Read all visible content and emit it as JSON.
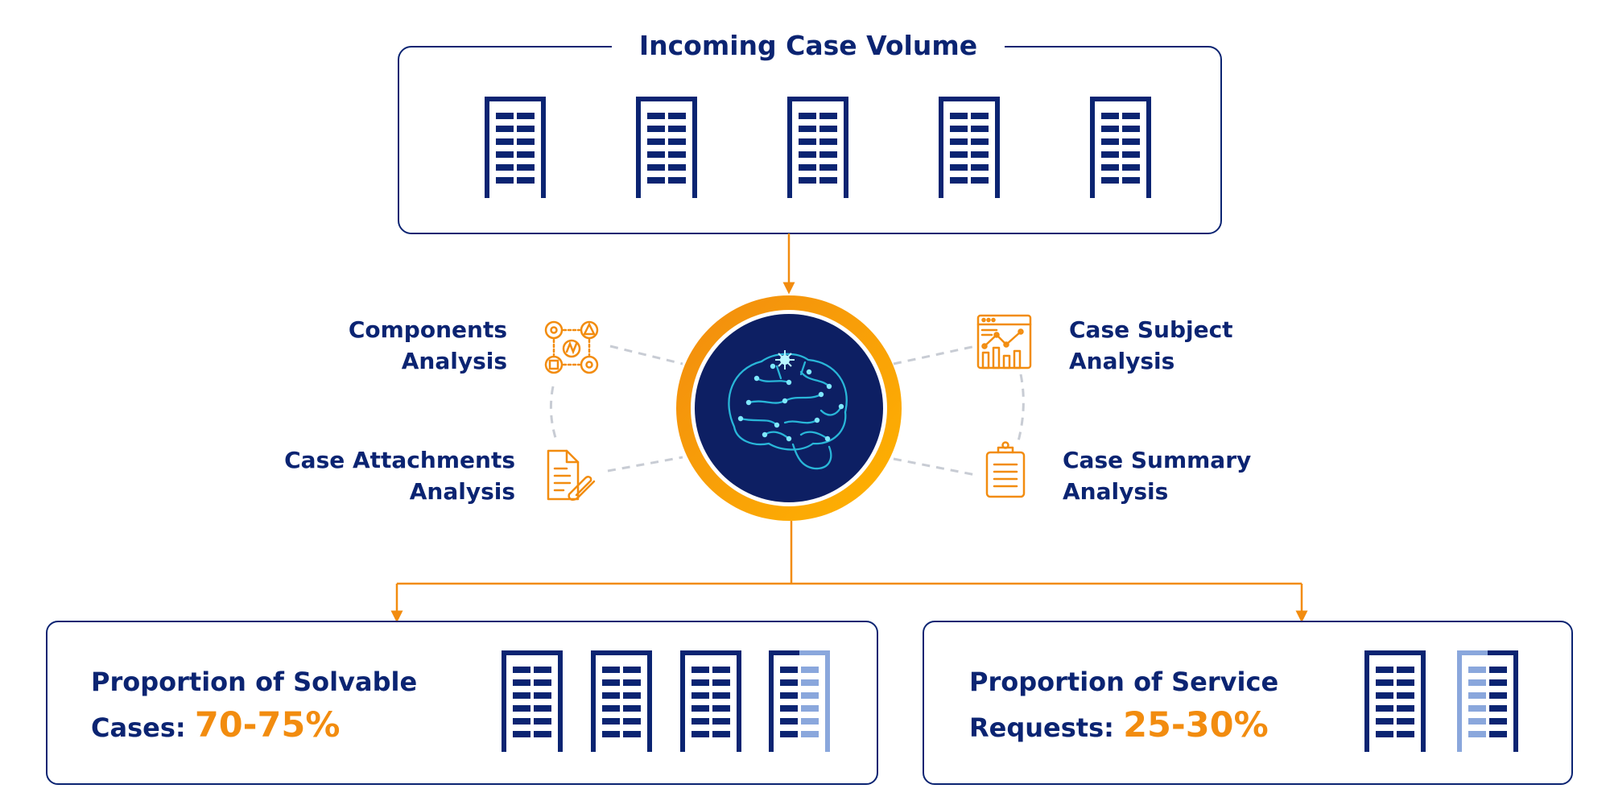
{
  "top_box": {
    "title": "Incoming Case Volume",
    "document_count": 5
  },
  "center": {
    "icon": "brain-network-icon"
  },
  "analyses": [
    {
      "id": "components",
      "line1": "Components",
      "line2": "Analysis",
      "icon": "components-icon"
    },
    {
      "id": "case-subject",
      "line1": "Case Subject",
      "line2": "Analysis",
      "icon": "dashboard-chart-icon"
    },
    {
      "id": "case-attachments",
      "line1": "Case Attachments",
      "line2": "Analysis",
      "icon": "document-attachment-icon"
    },
    {
      "id": "case-summary",
      "line1": "Case Summary",
      "line2": "Analysis",
      "icon": "clipboard-icon"
    }
  ],
  "outcomes": [
    {
      "id": "solvable",
      "line1": "Proportion of Solvable",
      "line2_prefix": "Cases:",
      "percent": "70-75%",
      "documents_full": 3,
      "documents_partial": 1
    },
    {
      "id": "service",
      "line1": "Proportion of Service",
      "line2_prefix": "Requests:",
      "percent": "25-30%",
      "documents_full": 1,
      "documents_partial": 1
    }
  ],
  "colors": {
    "navy": "#0b2472",
    "orange": "#f28c0f",
    "orange_light": "#ffb300",
    "light_blue": "#8aa7dc",
    "dashed_gray": "#c8ccd4"
  }
}
